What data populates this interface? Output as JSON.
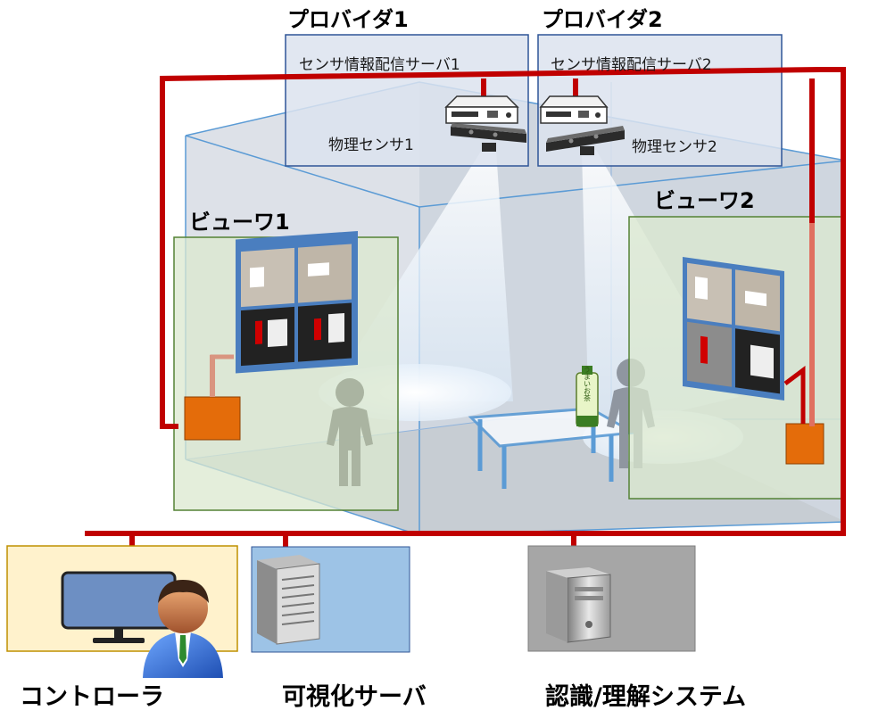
{
  "providers": [
    {
      "title": "プロバイダ1",
      "server_label": "センサ情報配信サーバ1",
      "sensor_label": "物理センサ1"
    },
    {
      "title": "プロバイダ2",
      "server_label": "センサ情報配信サーバ2",
      "sensor_label": "物理センサ2"
    }
  ],
  "viewers": [
    {
      "title": "ビューワ1"
    },
    {
      "title": "ビューワ2"
    }
  ],
  "bottom_labels": {
    "controller": "コントローラ",
    "visualization_server": "可視化サーバ",
    "recognition_system": "認識/理解システム"
  },
  "bottle_text": "うまいお茶",
  "colors": {
    "network": "#c00000",
    "provider_box": "#dce3ee",
    "provider_border": "#2f5597",
    "viewer_box": "#dbe8cf",
    "viewer_border": "#548235",
    "controller_box": "#fff2cc",
    "controller_border": "#bf9000",
    "vis_server_box": "#9dc3e6",
    "recog_box": "#a6a6a6",
    "beam": "#e8f2fb",
    "person": "#1a1a1a"
  }
}
